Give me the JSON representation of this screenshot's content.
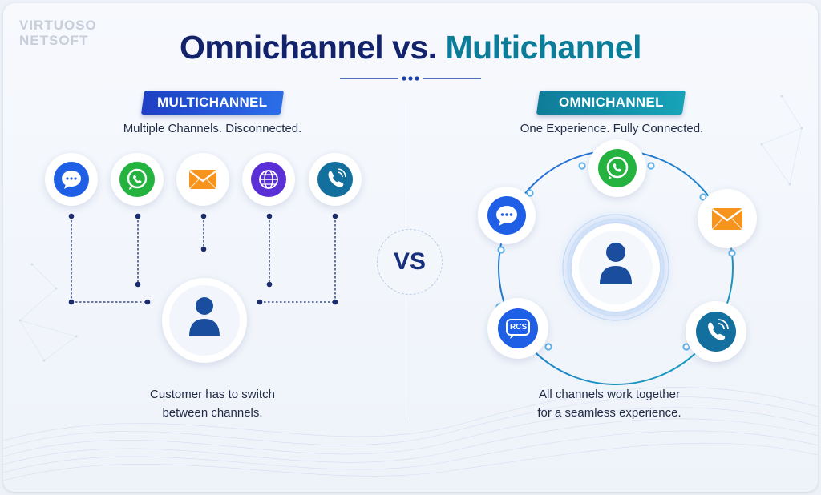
{
  "logo": {
    "line1": "VIRTUOSO",
    "line2": "NETSOFT"
  },
  "title": {
    "part1": "Omnichannel vs.",
    "part2": "Multichannel"
  },
  "vs_label": "VS",
  "multichannel": {
    "tag": "MULTICHANNEL",
    "subtitle": "Multiple Channels. Disconnected.",
    "caption_line1": "Customer has to switch",
    "caption_line2": "between channels.",
    "channels": [
      "chat-icon",
      "whatsapp-icon",
      "email-icon",
      "globe-icon",
      "phone-icon"
    ]
  },
  "omnichannel": {
    "tag": "OMNICHANNEL",
    "subtitle": "One Experience. Fully Connected.",
    "caption_line1": "All channels work together",
    "caption_line2": "for a seamless experience.",
    "channels": [
      "whatsapp-icon",
      "email-icon",
      "phone-icon",
      "rcs-icon",
      "chat-icon"
    ],
    "rcs_label": "RCS"
  },
  "colors": {
    "navy": "#13236b",
    "teal": "#0c7d99",
    "chat_blue": "#1f5fe6",
    "whatsapp_green": "#25b33f",
    "email_orange": "#f7941d",
    "globe_purple": "#5b2fd6",
    "phone_teal": "#136f9d"
  }
}
